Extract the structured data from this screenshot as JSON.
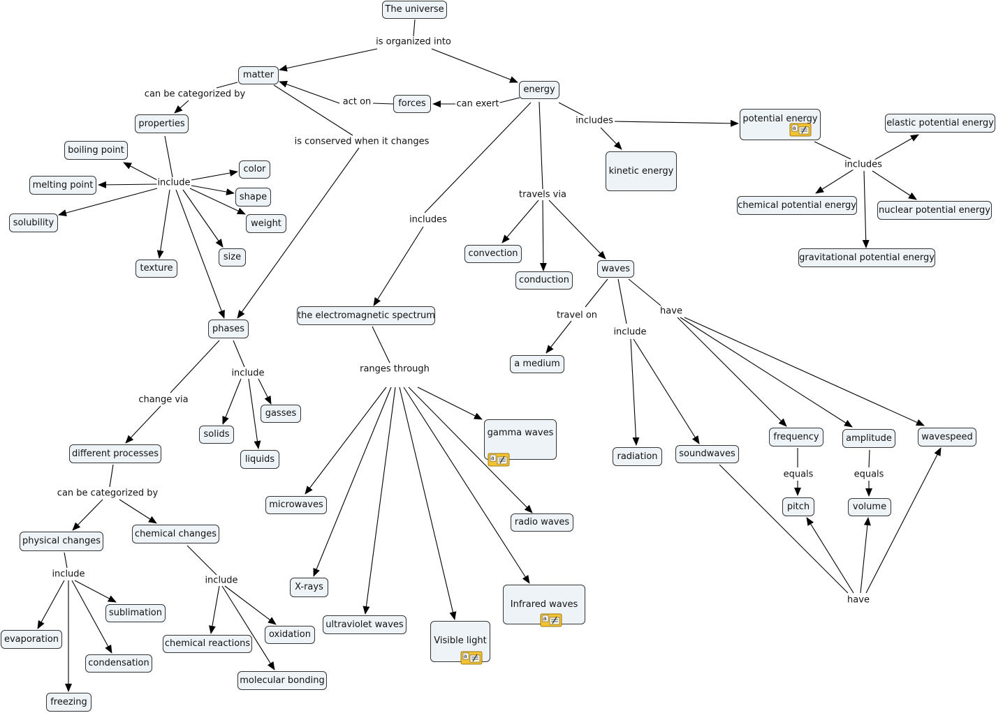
{
  "concepts": {
    "universe": "The universe",
    "matter": "matter",
    "energy": "energy",
    "forces": "forces",
    "properties": "properties",
    "boiling_point": "boiling point",
    "melting_point": "melting point",
    "solubility": "solubility",
    "color": "color",
    "shape": "shape",
    "weight": "weight",
    "size": "size",
    "texture": "texture",
    "phases": "phases",
    "solids": "solids",
    "gasses": "gasses",
    "liquids": "liquids",
    "different_processes": "different processes",
    "physical_changes": "physical changes",
    "chemical_changes": "chemical changes",
    "evaporation": "evaporation",
    "sublimation": "sublimation",
    "condensation": "condensation",
    "freezing": "freezing",
    "chemical_reactions": "chemical reactions",
    "oxidation": "oxidation",
    "molecular_bonding": "molecular bonding",
    "potential_energy": "potential energy",
    "elastic_pe": "elastic potential energy",
    "chemical_pe": "chemical potential energy",
    "nuclear_pe": "nuclear potential energy",
    "gravitational_pe": "gravitational potential energy",
    "kinetic_energy": "kinetic energy",
    "convection": "convection",
    "conduction": "conduction",
    "waves": "waves",
    "a_medium": "a medium",
    "radiation": "radiation",
    "soundwaves": "soundwaves",
    "frequency": "frequency",
    "amplitude": "amplitude",
    "wavespeed": "wavespeed",
    "pitch": "pitch",
    "volume": "volume",
    "em_spectrum": "the electromagnetic spectrum",
    "gamma_waves": "gamma waves",
    "microwaves": "microwaves",
    "radio_waves": "radio waves",
    "x_rays": "X-rays",
    "ultraviolet": "ultraviolet waves",
    "visible_light": "Visible light",
    "infrared": "Infrared waves"
  },
  "links": {
    "is_organized_into": "is organized into",
    "can_be_categorized_by_1": "can be categorized by",
    "act_on": "act on",
    "can_exert": "can exert",
    "is_conserved": "is conserved when it changes",
    "include_props": "include",
    "includes_energy_pe": "includes",
    "includes_pe": "includes",
    "includes_em": "includes",
    "travels_via": "travels via",
    "travel_on": "travel on",
    "include_waves": "include",
    "have_waves": "have",
    "equals_pitch": "equals",
    "equals_volume": "equals",
    "have_sound": "have",
    "ranges_through": "ranges through",
    "include_phases": "include",
    "change_via": "change via",
    "can_be_categorized_by_2": "can be categorized by",
    "include_physical": "include",
    "include_chemical": "include"
  },
  "resource_icon": "notes-resource-icon",
  "colors": {
    "node_fill": "#eef3f7",
    "node_border": "#333333",
    "edge": "#000000",
    "resource_icon": "#f2c232"
  }
}
